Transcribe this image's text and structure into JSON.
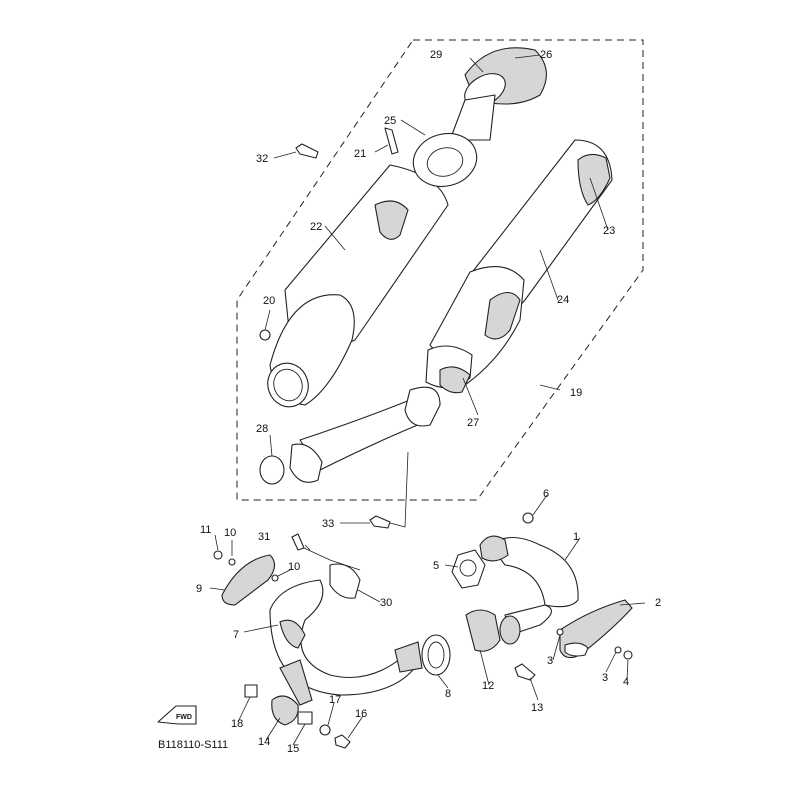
{
  "diagram": {
    "code": "B118110-S111",
    "fwd_label": "FWD",
    "callouts": {
      "c1": "1",
      "c2": "2",
      "c3a": "3",
      "c3b": "3",
      "c4": "4",
      "c5": "5",
      "c6": "6",
      "c7": "7",
      "c8": "8",
      "c9": "9",
      "c10a": "10",
      "c10b": "10",
      "c11": "11",
      "c12": "12",
      "c13": "13",
      "c14": "14",
      "c15": "15",
      "c16": "16",
      "c17": "17",
      "c18": "18",
      "c19": "19",
      "c20": "20",
      "c21": "21",
      "c22": "22",
      "c23": "23",
      "c24": "24",
      "c25": "25",
      "c26": "26",
      "c27": "27",
      "c28": "28",
      "c29": "29",
      "c30": "30",
      "c31": "31",
      "c32": "32",
      "c33": "33"
    }
  }
}
